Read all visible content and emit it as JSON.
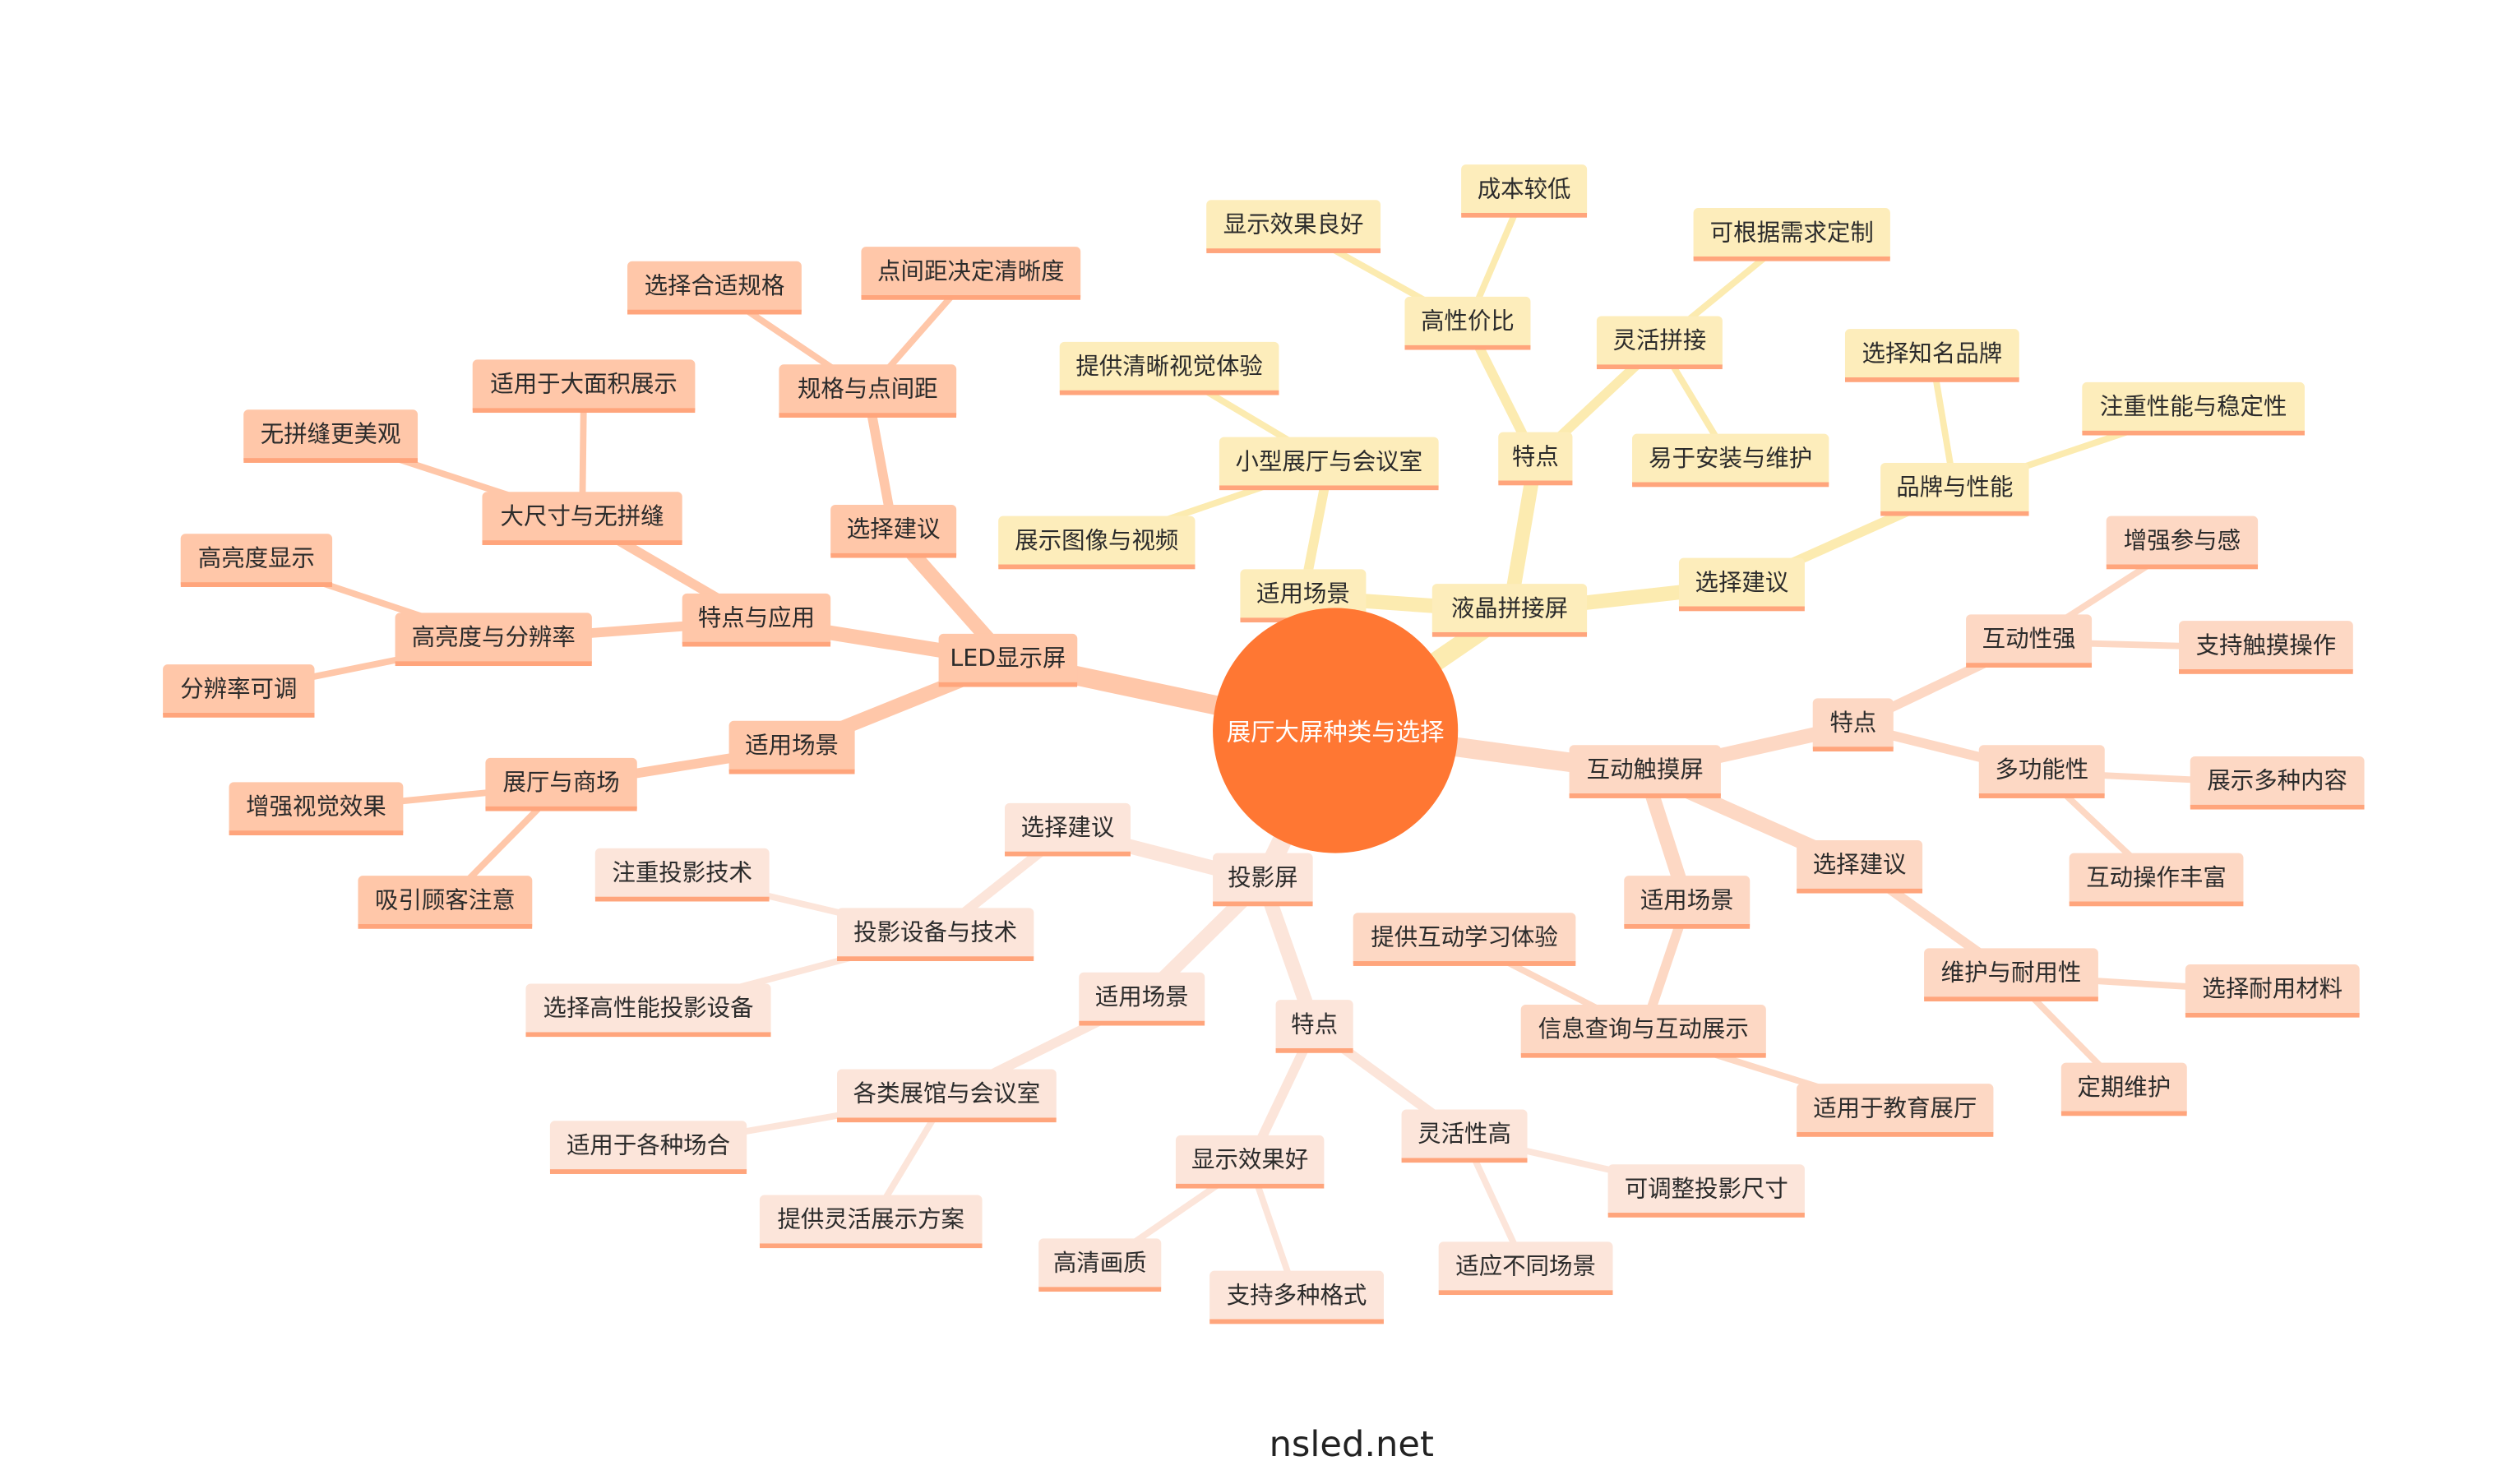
{
  "root": "展厅大屏种类与选择",
  "colors": {
    "root": "#FF7733",
    "led": "#FFC7A9",
    "lcd": "#FDEDBB",
    "touch": "#FDD8C4",
    "projection": "#FCE5DA",
    "underline": "#FFA57C"
  },
  "branches": [
    {
      "label": "LED显示屏",
      "children": [
        {
          "label": "特点与应用",
          "children": [
            {
              "label": "大尺寸与无拼缝",
              "children": [
                {
                  "label": "无拼缝更美观"
                },
                {
                  "label": "适用于大面积展示"
                }
              ]
            },
            {
              "label": "高亮度与分辨率",
              "children": [
                {
                  "label": "高亮度显示"
                },
                {
                  "label": "分辨率可调"
                }
              ]
            }
          ]
        },
        {
          "label": "选择建议",
          "children": [
            {
              "label": "规格与点间距",
              "children": [
                {
                  "label": "选择合适规格"
                },
                {
                  "label": "点间距决定清晰度"
                }
              ]
            }
          ]
        },
        {
          "label": "适用场景",
          "children": [
            {
              "label": "展厅与商场",
              "children": [
                {
                  "label": "增强视觉效果"
                },
                {
                  "label": "吸引顾客注意"
                }
              ]
            }
          ]
        }
      ]
    },
    {
      "label": "液晶拼接屏",
      "children": [
        {
          "label": "适用场景",
          "children": [
            {
              "label": "小型展厅与会议室",
              "children": [
                {
                  "label": "提供清晰视觉体验"
                },
                {
                  "label": "展示图像与视频"
                }
              ]
            }
          ]
        },
        {
          "label": "特点",
          "children": [
            {
              "label": "高性价比",
              "children": [
                {
                  "label": "显示效果良好"
                },
                {
                  "label": "成本较低"
                }
              ]
            },
            {
              "label": "灵活拼接",
              "children": [
                {
                  "label": "可根据需求定制"
                },
                {
                  "label": "易于安装与维护"
                }
              ]
            }
          ]
        },
        {
          "label": "选择建议",
          "children": [
            {
              "label": "品牌与性能",
              "children": [
                {
                  "label": "选择知名品牌"
                },
                {
                  "label": "注重性能与稳定性"
                }
              ]
            }
          ]
        }
      ]
    },
    {
      "label": "互动触摸屏",
      "children": [
        {
          "label": "特点",
          "children": [
            {
              "label": "互动性强",
              "children": [
                {
                  "label": "增强参与感"
                },
                {
                  "label": "支持触摸操作"
                }
              ]
            },
            {
              "label": "多功能性",
              "children": [
                {
                  "label": "展示多种内容"
                },
                {
                  "label": "互动操作丰富"
                }
              ]
            }
          ]
        },
        {
          "label": "选择建议",
          "children": [
            {
              "label": "维护与耐用性",
              "children": [
                {
                  "label": "选择耐用材料"
                },
                {
                  "label": "定期维护"
                }
              ]
            }
          ]
        },
        {
          "label": "适用场景",
          "children": [
            {
              "label": "信息查询与互动展示",
              "children": [
                {
                  "label": "提供互动学习体验"
                },
                {
                  "label": "适用于教育展厅"
                }
              ]
            }
          ]
        }
      ]
    },
    {
      "label": "投影屏",
      "children": [
        {
          "label": "选择建议",
          "children": [
            {
              "label": "投影设备与技术",
              "children": [
                {
                  "label": "注重投影技术"
                },
                {
                  "label": "选择高性能投影设备"
                }
              ]
            }
          ]
        },
        {
          "label": "适用场景",
          "children": [
            {
              "label": "各类展馆与会议室",
              "children": [
                {
                  "label": "适用于各种场合"
                },
                {
                  "label": "提供灵活展示方案"
                }
              ]
            }
          ]
        },
        {
          "label": "特点",
          "children": [
            {
              "label": "显示效果好",
              "children": [
                {
                  "label": "高清画质"
                },
                {
                  "label": "支持多种格式"
                }
              ]
            },
            {
              "label": "灵活性高",
              "children": [
                {
                  "label": "可调整投影尺寸"
                },
                {
                  "label": "适应不同场景"
                }
              ]
            }
          ]
        }
      ]
    }
  ],
  "footer": "nsled.net"
}
